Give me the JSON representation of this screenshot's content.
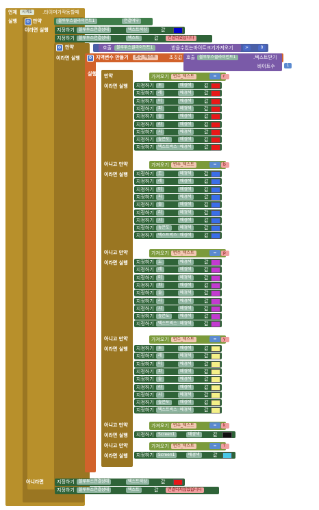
{
  "event": {
    "when_label": "언제",
    "component": "시계1",
    "event_name": ".타이머가작동할때",
    "do_label": "실행"
  },
  "if_label": "만약",
  "elseif_label": "아니고 만약",
  "then_label": "이라면 실행",
  "else_label": "아니라면",
  "do_label": "실행",
  "outer_if": {
    "condition_component": "블루투스클라이언트1",
    "condition_prop": "연결여부",
    "then_sets": [
      {
        "label": "지정하기",
        "comp": "블루투스연결상태",
        "prop": "텍스트색상",
        "to": "값",
        "color": "#0000cc"
      },
      {
        "label": "지정하기",
        "comp": "블루투스연결상태",
        "prop": "텍스트",
        "to": "값",
        "text": "연결되었습니다"
      }
    ]
  },
  "inner_if": {
    "call_label": "호출",
    "call_comp": "블루투스클라이언트1",
    "call_method": ".받을수있는바이트크기가져오기",
    "compare_op": ">",
    "compare_val": "0"
  },
  "local": {
    "init_label": "지역변수 만들기",
    "var_name": "변수_텍스트",
    "init_to": "초깃값",
    "call_label": "호출",
    "call_comp": "블루투스클라이언트1",
    "call_method": ".텍스트받기",
    "arg_name": "바이트수",
    "arg_val": "1"
  },
  "get_label": "가져오기",
  "get_var": "변수_텍스트",
  "eq_op": "=",
  "set_label": "지정하기",
  "bg_prop": "배경색",
  "val_label": "값",
  "groups": [
    {
      "cmp": "r",
      "color": "#e81818",
      "targets": [
        "도",
        "레",
        "미",
        "파",
        "솔",
        "라",
        "시",
        "높은도",
        "텍스트박스"
      ]
    },
    {
      "cmp": "b",
      "color": "#3a6ee8",
      "targets": [
        "도",
        "레",
        "미",
        "파",
        "솔",
        "라",
        "시",
        "높은도",
        "텍스트박스"
      ]
    },
    {
      "cmp": "p",
      "color": "#c23ad0",
      "targets": [
        "도",
        "레",
        "미",
        "파",
        "솔",
        "라",
        "시",
        "높은도",
        "텍스트박스"
      ]
    },
    {
      "cmp": "y",
      "color": "#f4f088",
      "targets": [
        "도",
        "레",
        "미",
        "파",
        "솔",
        "라",
        "시",
        "높은도",
        "텍스트박스"
      ]
    }
  ],
  "screen_rows": [
    {
      "cmp": "k",
      "target": "Screen1",
      "color": "#111111"
    },
    {
      "cmp": "?",
      "target": "Screen1",
      "color": "#4ac8e8"
    }
  ],
  "else_sets": [
    {
      "label": "지정하기",
      "comp": "블루투스연결상태",
      "prop": "텍스트색상",
      "to": "값",
      "color": "#e81818"
    },
    {
      "label": "지정하기",
      "comp": "블루투스연결상태",
      "prop": "텍스트",
      "to": "값",
      "text": "연결되지않았습니다"
    }
  ]
}
